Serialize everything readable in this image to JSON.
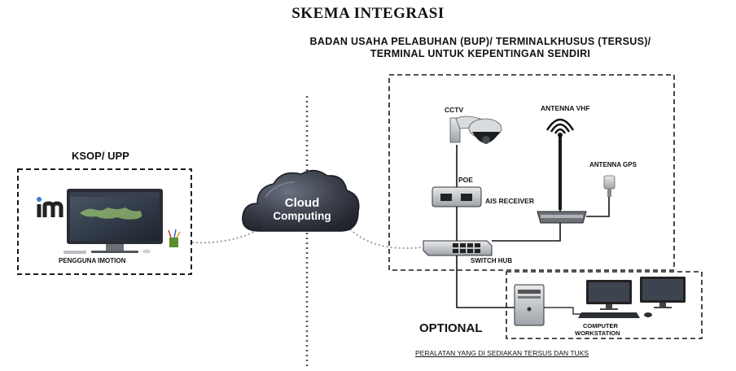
{
  "title": "SKEMA INTEGRASI",
  "subtitle_line1": "BADAN USAHA PELABUHAN (BUP)/ TERMINALKHUSUS (TERSUS)/",
  "subtitle_line2": "TERMINAL UNTUK KEPENTINGAN SENDIRI",
  "left_panel": {
    "heading": "KSOP/ UPP",
    "caption": "PENGGUNA IMOTION",
    "logo_text": "im"
  },
  "cloud": {
    "line1": "Cloud",
    "line2": "Computing"
  },
  "devices": {
    "cctv": "CCTV",
    "antenna_vhf": "ANTENNA VHF",
    "antenna_gps": "ANTENNA GPS",
    "poe": "POE",
    "ais_receiver": "AIS RECEIVER",
    "switch_hub": "SWITCH HUB"
  },
  "optional_label": "OPTIONAL",
  "workstation_label_line1": "COMPUTER",
  "workstation_label_line2": "WORKSTATION",
  "footer": "PERALATAN YANG DI SEDIAKAN TERSUS DAN TUKS",
  "colors": {
    "cloud": "#3a3f4a",
    "dashed": "#222222",
    "connector": "#9aa0a6"
  },
  "icons": [
    "monitor-icon",
    "cctv-camera-icon",
    "vhf-antenna-icon",
    "gps-antenna-icon",
    "poe-injector-icon",
    "ais-receiver-icon",
    "switch-hub-icon",
    "desktop-tower-icon",
    "keyboard-icon"
  ]
}
